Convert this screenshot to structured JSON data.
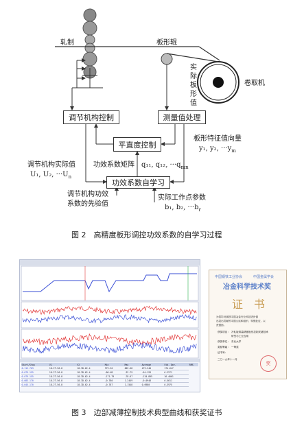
{
  "figure2": {
    "labels": {
      "zha_zhi": "轧制",
      "ban_xing_gun": "板形辊",
      "shi_ji_ban_xing_zhi": [
        "实",
        "际",
        "板",
        "形",
        "值"
      ],
      "juan_qu_ji": "卷取机",
      "feature_vector": "板形特征值向量",
      "feature_vals": "y₁, y₂, ···y",
      "feature_sub": "m",
      "actual_value_title": "调节机构实际值",
      "actual_values": "U₁, U₂, ···U",
      "actual_sub": "n",
      "matrix_label": "功效系数矩阵",
      "matrix_vals": "q₁₁, q₁₂, ···q",
      "matrix_sub": "mn",
      "prior_line1": "调节机构功效",
      "prior_line2": "系数的先验值",
      "work_params_title": "实际工作点参数",
      "work_params": "b₁, b₂, ···b",
      "work_sub": "r"
    },
    "boxes": {
      "adjust_control": "调节机构控制",
      "measure_process": "测量值处理",
      "flatness_control": "平直度控制",
      "self_learning": "功效系数自学习"
    },
    "caption": "图 2　高精度板形调控功效系数的自学习过程"
  },
  "figure3": {
    "table_header": [
      "Start/Stop",
      "V1",
      "V2",
      "Min",
      "Max",
      "Average",
      "Std. Dev.",
      "RMS"
    ],
    "table_rows": [
      [
        "0.112-763",
        "18.2T-56.8",
        "18.3D-62.4",
        "373.20",
        "803.68",
        "479.240",
        "174.647"
      ],
      [
        "0.079-155",
        "18.2T-56.8",
        "18.3D-62.4",
        "-86.4B",
        "-32.79",
        "-64.193",
        "6.2271"
      ],
      [
        "0.079-155",
        "18.2T-56.8",
        "18.3D-62.4",
        "-171.79",
        "-78.67",
        "-134.895",
        "16.4061"
      ],
      [
        "0.083-170",
        "18.2T-56.8",
        "18.3D-62.4",
        "-0.780",
        "1.2449",
        "-0.0948",
        "0.5611"
      ],
      [
        "0.045-170",
        "18.2T-56.8",
        "18.3D-62.4",
        "-0.787",
        "1.1548",
        "0.0980",
        "0.3975"
      ]
    ],
    "certificate": {
      "header_left": "中国钢铁工业协会",
      "header_right": "中国金属学会",
      "title": "冶金科学技术奖",
      "big_chars": "证　书",
      "body_line1": "为表彰对钢铁中国冶金行业科技进步做",
      "body_line2": "出突出贡献的中国公民和组织，特颁此证，以",
      "body_line3": "资鼓励。",
      "field1_label": "获奖项目：",
      "field1_value": "冷轧板带高精度板形控制关键技术",
      "field1_value2": "研究与工业应用",
      "field2_label": "获奖单位：",
      "field2_value": "东北大学",
      "field3_label": "奖励等级：",
      "field3_value": "一等奖",
      "field4_label": "证书号：",
      "date": "二〇一九年十一月",
      "seal_text": "奖"
    },
    "caption": "图 3　边部减薄控制技术典型曲线和获奖证书"
  },
  "colors": {
    "line_blue": "#3a4fd6",
    "line_red": "#e23838",
    "seal_red": "#d8454a",
    "cert_title_blue": "#5a7fc9"
  }
}
